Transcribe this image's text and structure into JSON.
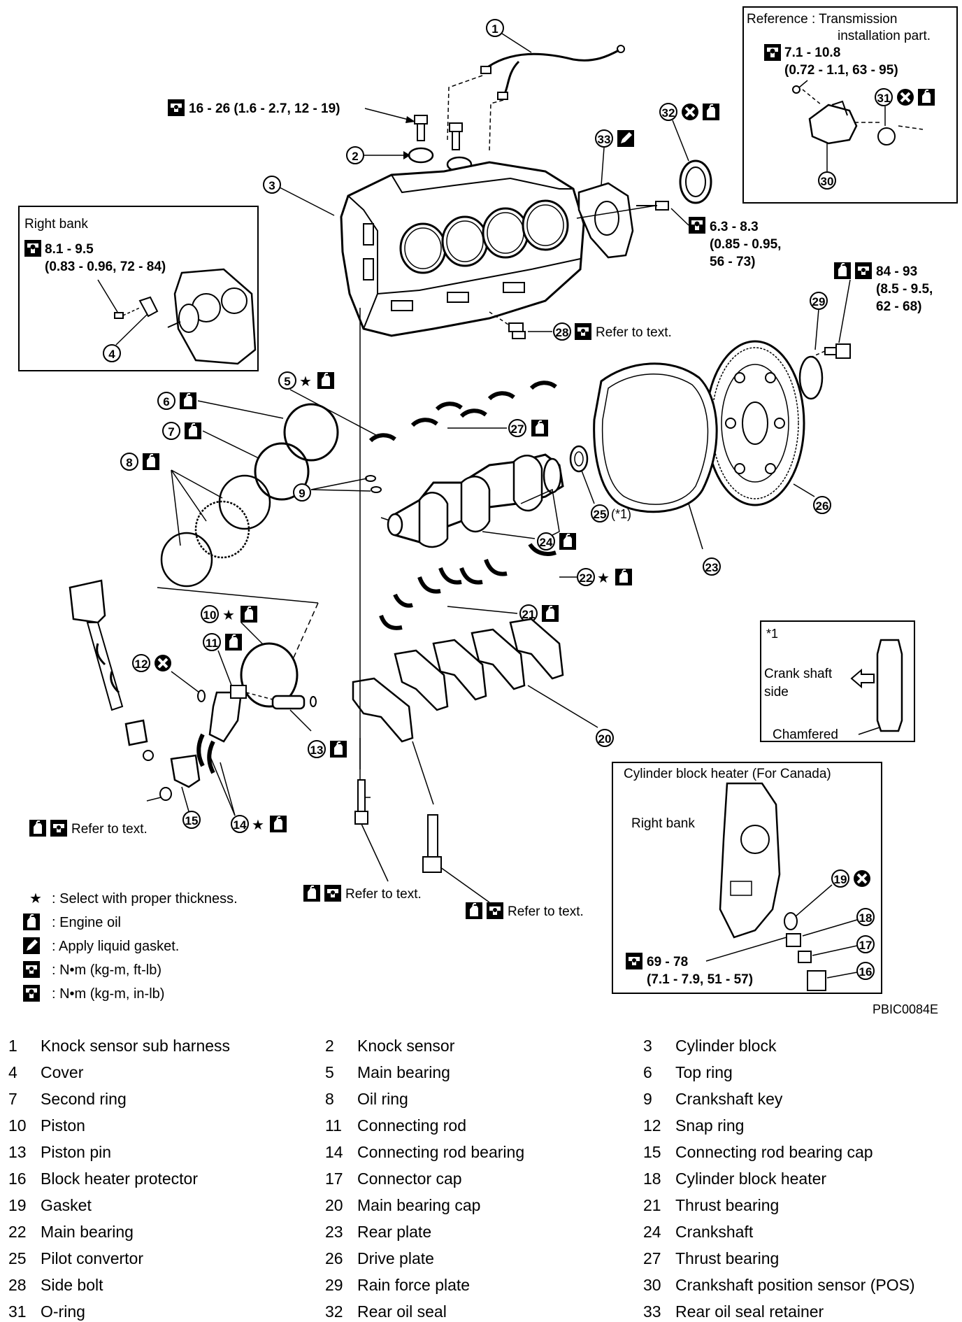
{
  "figure_code": "PBIC0084E",
  "callouts": {
    "c1": "1",
    "c2": "2",
    "c3": "3",
    "c4": "4",
    "c5": "5",
    "c6": "6",
    "c7": "7",
    "c8": "8",
    "c9": "9",
    "c10": "10",
    "c11": "11",
    "c12": "12",
    "c13": "13",
    "c14": "14",
    "c15": "15",
    "c16": "16",
    "c17": "17",
    "c18": "18",
    "c19": "19",
    "c20": "20",
    "c21": "21",
    "c22": "22",
    "c23": "23",
    "c24": "24",
    "c25": "25",
    "c26": "26",
    "c27": "27",
    "c28": "28",
    "c29": "29",
    "c30": "30",
    "c31": "31",
    "c32": "32",
    "c33": "33"
  },
  "annotations": {
    "torque_knock_sensor": "16 - 26 (1.6 - 2.7, 12 - 19)",
    "torque_rear_retainer_line1": "6.3 - 8.3",
    "torque_rear_retainer_line2": "(0.85 - 0.95,",
    "torque_rear_retainer_line3": "56 - 73)",
    "torque_drive_plate_line1": "84 - 93",
    "torque_drive_plate_line2": "(8.5 - 9.5,",
    "torque_drive_plate_line3": "62 - 68)",
    "side_bolt_note": "Refer to text.",
    "conrod_note": "Refer to text.",
    "bolt_note_1": "Refer to text.",
    "bolt_note_2": "Refer to text.",
    "pilot_note": "(*1)",
    "star": "★"
  },
  "boxes": {
    "reference": {
      "title_line1": "Reference : Transmission",
      "title_line2": "installation part.",
      "torque_line1": "7.1 - 10.8",
      "torque_line2": "(0.72 - 1.1, 63 - 95)"
    },
    "right_bank": {
      "title": "Right bank",
      "torque_line1": "8.1 - 9.5",
      "torque_line2": "(0.83 - 0.96, 72 - 84)"
    },
    "chamfer": {
      "mark": "*1",
      "label_line1": "Crank shaft",
      "label_line2": "side",
      "chamfered": "Chamfered"
    },
    "heater": {
      "title": "Cylinder block heater (For Canada)",
      "right_bank": "Right bank",
      "torque_line1": "69 - 78",
      "torque_line2": "(7.1 - 7.9, 51 - 57)"
    }
  },
  "legend": [
    {
      "symbol": "star",
      "text": ": Select with proper thickness."
    },
    {
      "symbol": "engine-oil",
      "text": ": Engine oil"
    },
    {
      "symbol": "liquid-gasket",
      "text": ": Apply liquid gasket."
    },
    {
      "symbol": "torque-ftlb",
      "text": ": N•m (kg-m, ft-lb)"
    },
    {
      "symbol": "torque-inlb",
      "text": ": N•m (kg-m, in-lb)"
    }
  ],
  "parts": [
    {
      "num": "1",
      "name": "Knock sensor sub harness"
    },
    {
      "num": "2",
      "name": "Knock sensor"
    },
    {
      "num": "3",
      "name": "Cylinder block"
    },
    {
      "num": "4",
      "name": "Cover"
    },
    {
      "num": "5",
      "name": "Main bearing"
    },
    {
      "num": "6",
      "name": "Top ring"
    },
    {
      "num": "7",
      "name": "Second ring"
    },
    {
      "num": "8",
      "name": "Oil ring"
    },
    {
      "num": "9",
      "name": "Crankshaft key"
    },
    {
      "num": "10",
      "name": "Piston"
    },
    {
      "num": "11",
      "name": "Connecting rod"
    },
    {
      "num": "12",
      "name": "Snap ring"
    },
    {
      "num": "13",
      "name": "Piston pin"
    },
    {
      "num": "14",
      "name": "Connecting rod bearing"
    },
    {
      "num": "15",
      "name": "Connecting rod bearing cap"
    },
    {
      "num": "16",
      "name": "Block heater protector"
    },
    {
      "num": "17",
      "name": "Connector cap"
    },
    {
      "num": "18",
      "name": "Cylinder block heater"
    },
    {
      "num": "19",
      "name": "Gasket"
    },
    {
      "num": "20",
      "name": "Main bearing cap"
    },
    {
      "num": "21",
      "name": "Thrust bearing"
    },
    {
      "num": "22",
      "name": "Main bearing"
    },
    {
      "num": "23",
      "name": "Rear plate"
    },
    {
      "num": "24",
      "name": "Crankshaft"
    },
    {
      "num": "25",
      "name": "Pilot convertor"
    },
    {
      "num": "26",
      "name": "Drive plate"
    },
    {
      "num": "27",
      "name": "Thrust bearing"
    },
    {
      "num": "28",
      "name": "Side bolt"
    },
    {
      "num": "29",
      "name": "Rain force plate"
    },
    {
      "num": "30",
      "name": "Crankshaft position sensor (POS)"
    },
    {
      "num": "31",
      "name": "O-ring"
    },
    {
      "num": "32",
      "name": "Rear oil seal"
    },
    {
      "num": "33",
      "name": "Rear oil seal retainer"
    }
  ]
}
